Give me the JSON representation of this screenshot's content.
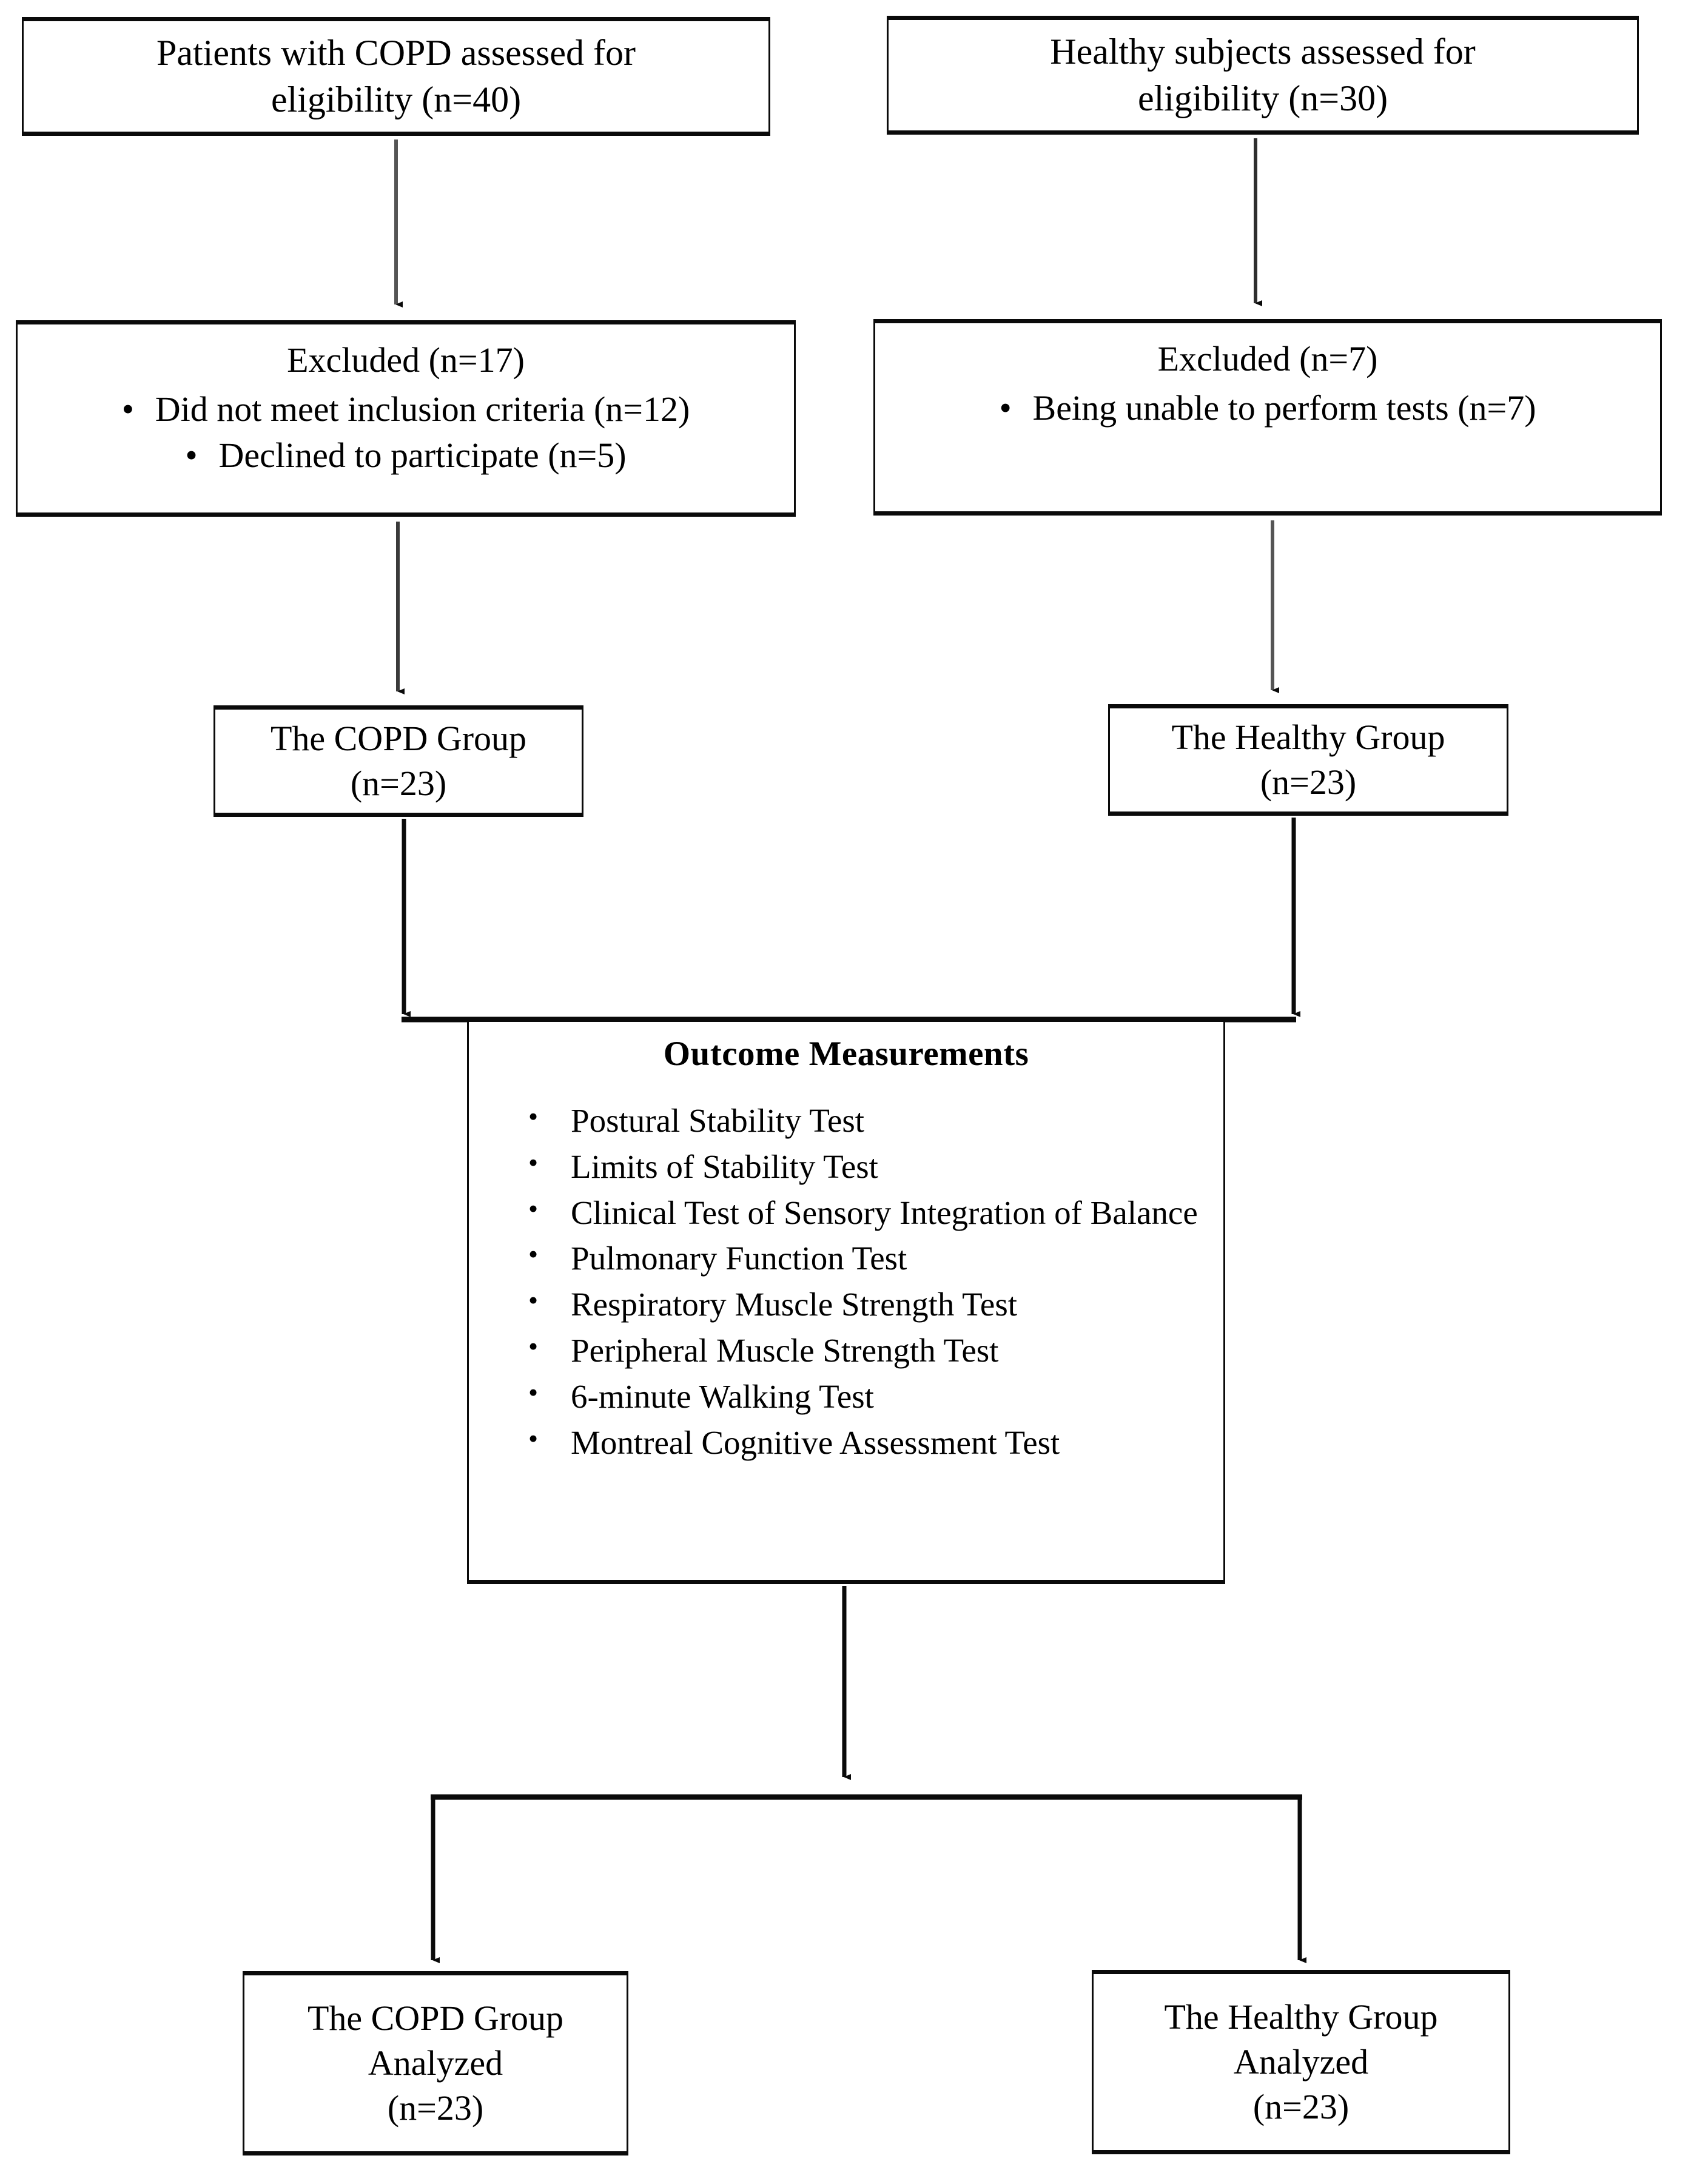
{
  "diagram": {
    "type": "consort-flow-diagram",
    "title": "Study flow diagram",
    "colors": {
      "stroke": "#0a0a0a",
      "background": "#ffffff",
      "text": "#000000"
    },
    "bullet_glyph": "•"
  },
  "enrollment": {
    "copd": {
      "line1": "Patients with COPD assessed for",
      "line2": "eligibility (n=40)"
    },
    "healthy": {
      "line1": "Healthy subjects assessed for",
      "line2": "eligibility (n=30)"
    }
  },
  "excluded": {
    "copd": {
      "heading": "Excluded (n=17)",
      "reasons": [
        "Did not meet inclusion criteria (n=12)",
        "Declined to participate (n=5)"
      ]
    },
    "healthy": {
      "heading": "Excluded (n=7)",
      "reasons": [
        "Being unable to perform tests (n=7)"
      ]
    }
  },
  "groups": {
    "copd": {
      "line1": "The COPD Group",
      "line2": "(n=23)"
    },
    "healthy": {
      "line1": "The Healthy Group",
      "line2": "(n=23)"
    }
  },
  "outcomes": {
    "title": "Outcome Measurements",
    "items": [
      "Postural Stability Test",
      "Limits of Stability Test",
      "Clinical Test of Sensory Integration of Balance",
      "Pulmonary Function Test",
      "Respiratory Muscle Strength Test",
      "Peripheral Muscle Strength Test",
      "6-minute Walking Test",
      "Montreal Cognitive Assessment Test"
    ]
  },
  "analyzed": {
    "copd": {
      "line1": "The COPD Group",
      "line2": "Analyzed",
      "line3": "(n=23)"
    },
    "healthy": {
      "line1": "The Healthy Group",
      "line2": "Analyzed",
      "line3": "(n=23)"
    }
  }
}
